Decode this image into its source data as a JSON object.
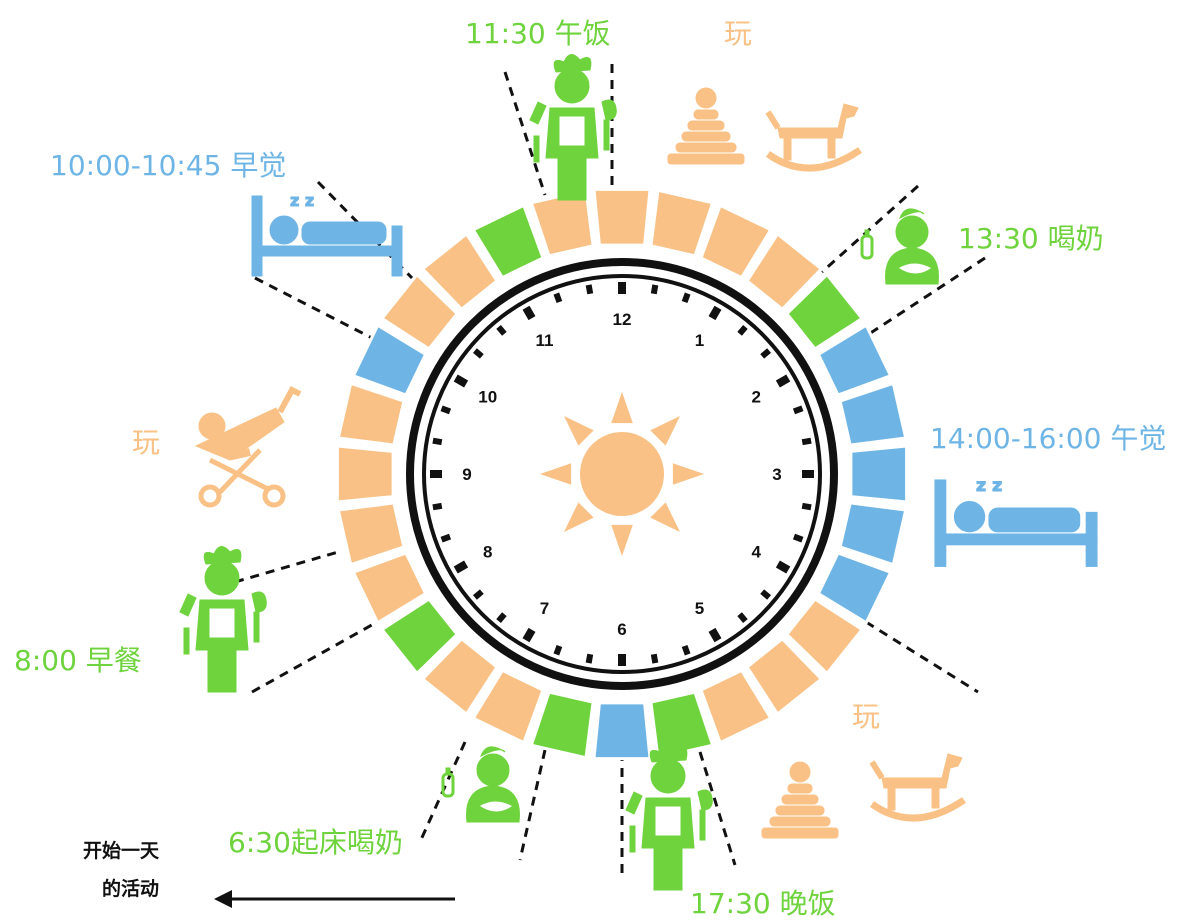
{
  "colors": {
    "play": "#F9C185",
    "sleep": "#6EB5E6",
    "meal": "#6ED33C",
    "ink": "#111111",
    "sun": "#F9C185"
  },
  "labels": {
    "lunch": "11:30 午饭",
    "play_top": "玩",
    "nap_morning": "10:00-10:45 早觉",
    "milk_afternoon": "13:30 喝奶",
    "play_left": "玩",
    "nap_afternoon": "14:00-16:00 午觉",
    "breakfast": "8:00 早餐",
    "play_bottom": "玩",
    "wake_milk": "6:30起床喝奶",
    "dinner": "17:30 晚饭",
    "start_line1": "开始一天",
    "start_line2": "的活动"
  },
  "clock_numbers": [
    "12",
    "1",
    "2",
    "3",
    "4",
    "5",
    "6",
    "7",
    "8",
    "9",
    "10",
    "11"
  ],
  "ring_segments": [
    "play",
    "play",
    "play",
    "play",
    "meal",
    "sleep",
    "sleep",
    "sleep",
    "sleep",
    "sleep",
    "play",
    "play",
    "play",
    "meal",
    "sleep",
    "meal",
    "play",
    "play",
    "meal",
    "play",
    "play",
    "play",
    "play",
    "sleep",
    "play",
    "play",
    "meal",
    "play"
  ],
  "icons": [
    "lunch-person-icon",
    "pyramid-toy-icon",
    "rocking-horse-icon",
    "bed-sleep-icon",
    "mother-bottle-icon",
    "stroller-icon",
    "bed-sleep-icon",
    "breakfast-person-icon",
    "mother-bottle-icon",
    "dinner-person-icon",
    "pyramid-toy-icon",
    "rocking-horse-icon",
    "sun-icon",
    "arrow-left-icon"
  ]
}
